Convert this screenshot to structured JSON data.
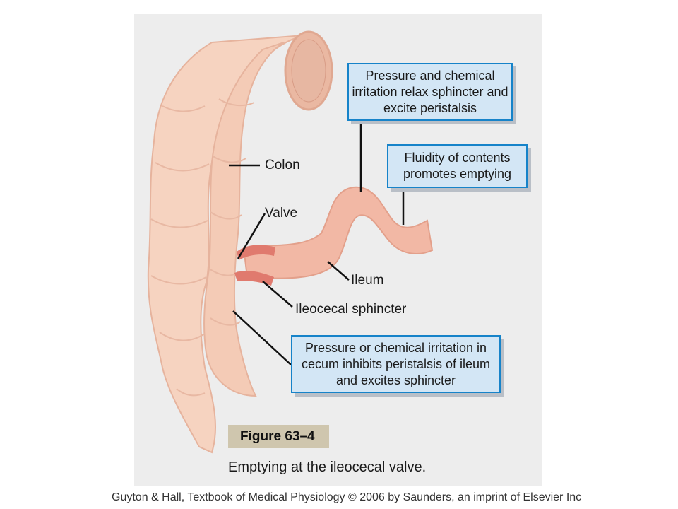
{
  "figure": {
    "callouts": {
      "relax_sphincter": "Pressure and chemical irritation relax sphincter and excite peristalsis",
      "fluidity": "Fluidity of contents promotes emptying",
      "cecum": "Pressure or chemical irritation in cecum inhibits peristalsis of ileum and excites sphincter"
    },
    "labels": {
      "colon": "Colon",
      "valve": "Valve",
      "ileum": "Ileum",
      "sphincter": "Ileocecal sphincter"
    },
    "figure_number": "Figure 63–4",
    "caption": "Emptying at the ileocecal valve."
  },
  "credit": "Guyton & Hall, Textbook of Medical Physiology © 2006  by Saunders, an imprint of Elsevier Inc",
  "colors": {
    "tissue": "#f6d3c0",
    "tissue_edge": "#e8b59f",
    "ileum": "#f2b8a5",
    "sphincter": "#e07a6e",
    "callout_fill": "#d3e6f5",
    "callout_border": "#1683c9"
  }
}
